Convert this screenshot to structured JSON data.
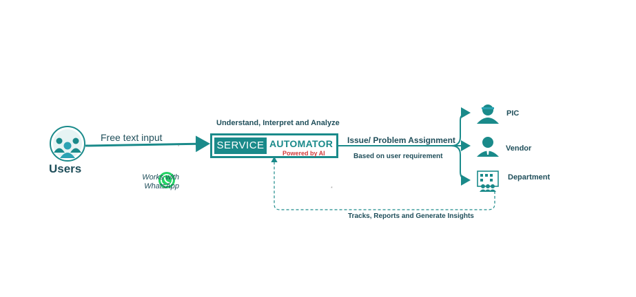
{
  "users": {
    "label": "Users"
  },
  "input": {
    "label": "Free text input"
  },
  "whatsapp": {
    "label": "Works with WhatsApp"
  },
  "engine": {
    "caption": "Understand, Interpret and Analyze",
    "service": "SERVICE",
    "automator": "AUTOMATOR",
    "powered": "Powered by AI"
  },
  "assignment": {
    "label": "Issue/ Problem Assignment",
    "sub_label": "Based on user requirement"
  },
  "targets": [
    {
      "label": "PIC",
      "icon": "person-icon"
    },
    {
      "label": "Vendor",
      "icon": "person-tie-icon"
    },
    {
      "label": "Department",
      "icon": "building-icon"
    }
  ],
  "feedback": {
    "label": "Tracks, Reports and Generate Insights"
  },
  "colors": {
    "teal": "#1a8a8a",
    "text": "#1f4e5a",
    "accent_red": "#d23a3a",
    "whatsapp": "#25d366"
  }
}
